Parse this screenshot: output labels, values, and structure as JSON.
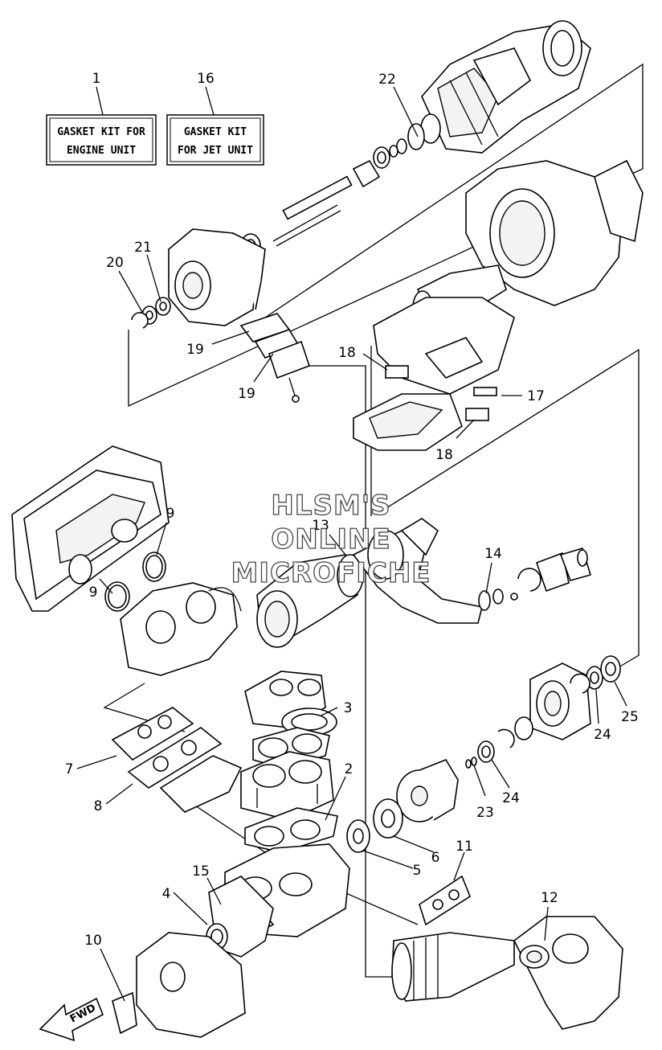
{
  "kits": [
    {
      "number": "1",
      "line1": "GASKET KIT FOR",
      "line2": "ENGINE UNIT"
    },
    {
      "number": "16",
      "line1": "GASKET KIT",
      "line2": "FOR JET UNIT"
    }
  ],
  "callouts": [
    "22",
    "21",
    "20",
    "19",
    "19",
    "18",
    "17",
    "18",
    "9",
    "13",
    "14",
    "9",
    "3",
    "7",
    "2",
    "8",
    "23",
    "24",
    "24",
    "25",
    "6",
    "5",
    "11",
    "15",
    "4",
    "12",
    "10"
  ],
  "watermark": [
    "HLSM'S",
    "ONLINE",
    "MICROFICHE"
  ],
  "fwd_label": "FWD"
}
